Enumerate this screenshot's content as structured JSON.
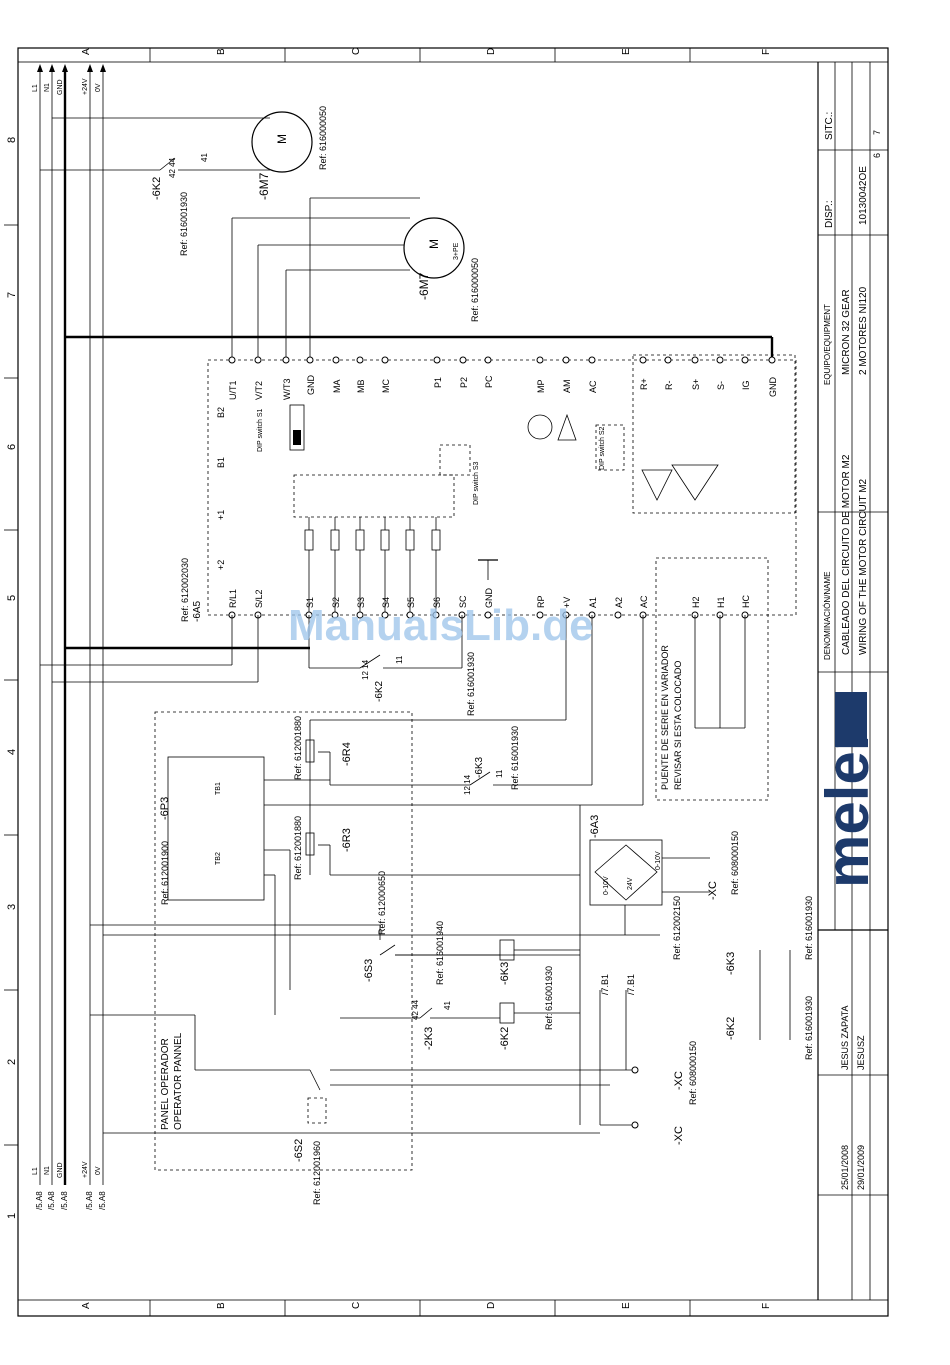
{
  "frame": {
    "column_letters": [
      "A",
      "B",
      "C",
      "D",
      "E",
      "F"
    ],
    "row_numbers": [
      "1",
      "2",
      "3",
      "4",
      "5",
      "6",
      "7",
      "8"
    ]
  },
  "buses": {
    "ref_labels": [
      "/5.A8",
      "/5.A8",
      "/5.A8",
      "/5.A8",
      "/5.A8"
    ],
    "names": [
      "L1",
      "N1",
      "GND",
      "+24V",
      "0V"
    ]
  },
  "motor_m7": {
    "tag": "-6M7",
    "ref": "Ref: 616000050",
    "symbol": "M"
  },
  "motor_m2": {
    "tag": "-6M7",
    "ref": "Ref: 616000050",
    "symbol": "M",
    "sub": "3+PE"
  },
  "relay_6k2_top": {
    "tag": "-6K2",
    "ref": "Ref: 616001930",
    "contacts": "42 44",
    "c41": "41"
  },
  "drive": {
    "tag": "-6A5",
    "ref": "Ref: 612002030",
    "top_terminals": [
      "U/T1",
      "V/T2",
      "W/T3",
      "GND",
      "MA",
      "MB",
      "MC",
      "P1",
      "P2",
      "PC",
      "MP",
      "AM",
      "AC",
      "R+",
      "R-",
      "S+",
      "S-",
      "IG",
      "GND"
    ],
    "bottom_terminals": [
      "R/L1",
      "S/L2",
      "S1",
      "S2",
      "S3",
      "S4",
      "S5",
      "S6",
      "SC",
      "GND",
      "RP",
      "+V",
      "A1",
      "A2",
      "AC",
      "H2",
      "H1",
      "HC"
    ],
    "side_labels": [
      "B2",
      "B1",
      "+1",
      "+2"
    ],
    "dip1": "DIP switch S1",
    "dip2": "DIP switch S2",
    "dip3": "DIP switch S3"
  },
  "note": {
    "line1": "PUENTE DE SERIE EN VARIADOR",
    "line2": "REVISAR SI ESTA COLOCADO"
  },
  "pots": [
    {
      "tag": "-6R4",
      "ref": "Ref: 612001880"
    },
    {
      "tag": "-6R3",
      "ref": "Ref: 612001880"
    }
  ],
  "relay_6k3": {
    "tag": "-6K3",
    "ref": "Ref: 616001930",
    "contacts": "12 14",
    "c11": "11"
  },
  "relay_6k2_mid": {
    "tag": "-6K2",
    "ref": "Ref: 616001930",
    "contacts": "12 14",
    "c11": "11"
  },
  "display": {
    "tag": "-6P3",
    "ref": "Ref: 612001900",
    "tb1": "TB1",
    "tb2": "TB2"
  },
  "converter": {
    "tag": "-6A3",
    "ref": "Ref: 612002150",
    "in": "0-10V",
    "out": "0-10V",
    "pwr": "24V"
  },
  "connectors": [
    {
      "tag": "-XC",
      "ref": "Ref: 608000150"
    },
    {
      "tag": "-XC",
      "ref": "Ref: 608000150"
    }
  ],
  "switches": [
    {
      "tag": "-6S3",
      "ref": "Ref: 612000650"
    },
    {
      "tag": "-6S2",
      "ref": "Ref: 612001960"
    }
  ],
  "coils": [
    {
      "tag": "-6K3",
      "ref": "Ref: 616001940"
    },
    {
      "tag": "-6K2",
      "ref": "Ref: 616001930"
    }
  ],
  "aux_relay": {
    "tag": "-2K3",
    "contacts": "42 44",
    "c41": "41"
  },
  "panel": {
    "line1": "PANEL OPERADOR",
    "line2": "OPERATOR PANNEL"
  },
  "cross_refs": [
    "/7.B1",
    "/7.B1"
  ],
  "contact_table": [
    {
      "tag": "-6K2",
      "ref": "Ref: 616001930"
    },
    {
      "tag": "-6K3",
      "ref": "Ref: 616001930"
    }
  ],
  "watermark": "ManualsLib.de",
  "title_block": {
    "equipo_label": "EQUIPO/EQUIPMENT",
    "equipo1": "MICRON 32 GEAR",
    "equipo2": "2 MOTORES NI120",
    "denom_label": "DENOMINACIÓN/NAME",
    "denom1": "CABLEADO DEL CIRCUITO DE MOTOR M2",
    "denom2": "WIRING OF THE MOTOR CIRCUIT M2",
    "disp": "DISP.:",
    "sitc": "SITC.:",
    "code": "10130042OE",
    "sheet": "6",
    "of": "7",
    "logo": "meler",
    "date1": "25/01/2008",
    "date2": "29/01/2009",
    "name1": "JESUS ZAPATA",
    "name2": "JESUSZ"
  }
}
